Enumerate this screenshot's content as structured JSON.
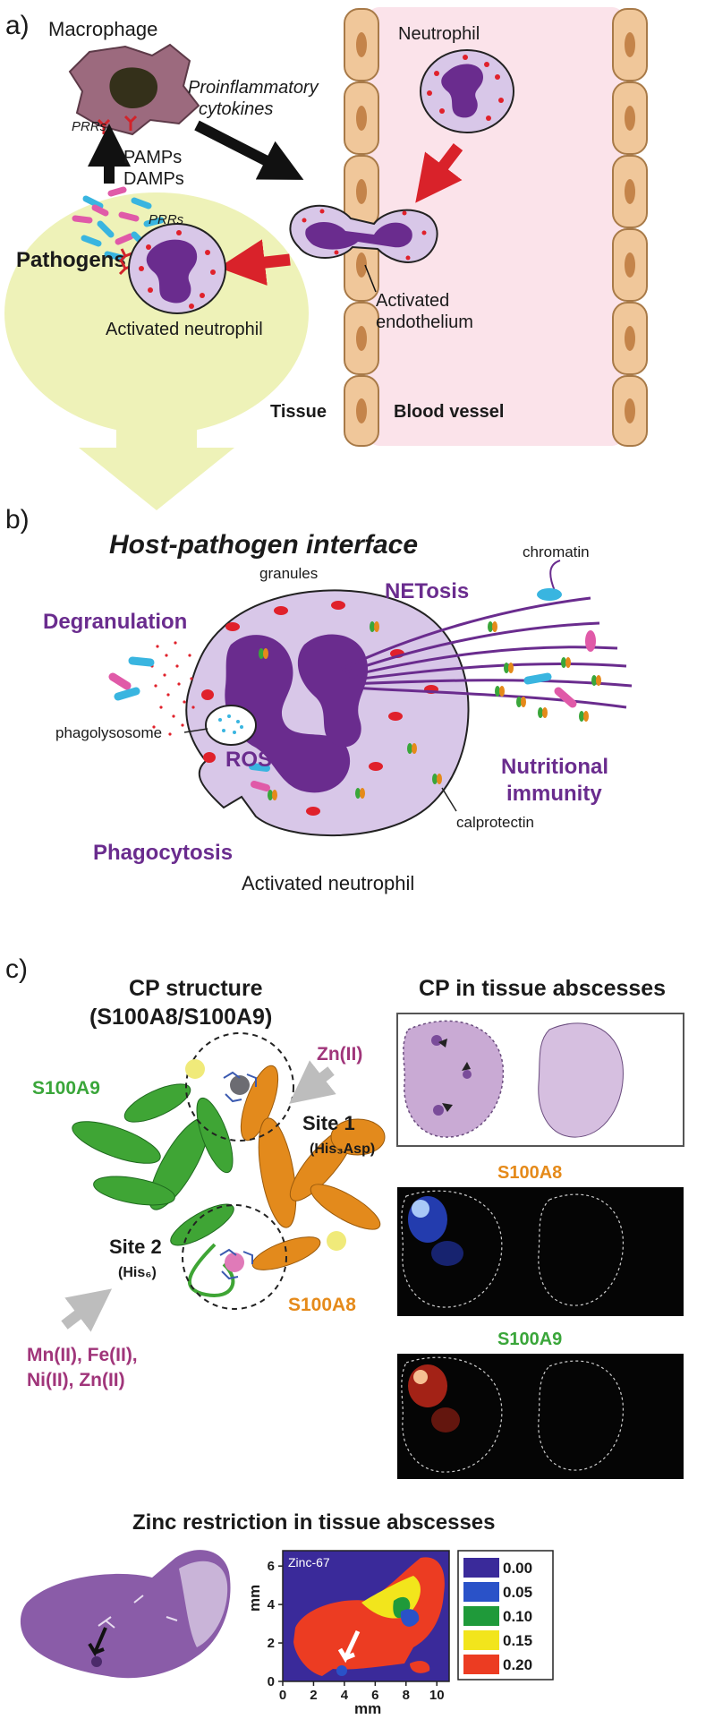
{
  "panel_a": {
    "label": "a)",
    "macrophage": "Macrophage",
    "prrs_top": "PRRs",
    "pamps": "PAMPs",
    "damps": "DAMPs",
    "cytokines_1": "Proinflammatory",
    "cytokines_2": "cytokines",
    "neutrophil": "Neutrophil",
    "prrs_mid": "PRRs",
    "pathogens": "Pathogens",
    "activated_neutrophil": "Activated neutrophil",
    "endothelium_1": "Activated",
    "endothelium_2": "endothelium",
    "tissue": "Tissue",
    "blood_vessel": "Blood vessel"
  },
  "panel_b": {
    "label": "b)",
    "title": "Host-pathogen interface",
    "chromatin": "chromatin",
    "granules": "granules",
    "netosis": "NETosis",
    "degranulation": "Degranulation",
    "phagolysosome": "phagolysosome",
    "ros": "ROS",
    "nutritional_1": "Nutritional",
    "nutritional_2": "immunity",
    "calprotectin": "calprotectin",
    "phagocytosis": "Phagocytosis",
    "caption": "Activated neutrophil"
  },
  "panel_c": {
    "label": "c)",
    "structure_title_1": "CP structure",
    "structure_title_2": "(S100A8/S100A9)",
    "abscess_title": "CP in tissue abscesses",
    "zn_site1": "Zn(II)",
    "site1": "Site 1",
    "site1_ligands": "(His₃Asp)",
    "s100a9": "S100A9",
    "site2": "Site 2",
    "site2_ligands": "(His₆)",
    "metals_1": "Mn(II), Fe(II),",
    "metals_2": "Ni(II), Zn(II)",
    "s100a8": "S100A8",
    "img_s100a8": "S100A8",
    "img_s100a9": "S100A9",
    "zinc_title": "Zinc restriction in tissue abscesses"
  },
  "zinc_map": {
    "title": "Zinc-67",
    "x_label": "mm",
    "y_label": "mm",
    "x_ticks": [
      "0",
      "2",
      "4",
      "6",
      "8",
      "10"
    ],
    "y_ticks": [
      "0",
      "2",
      "4",
      "6"
    ],
    "legend": [
      {
        "label": "0.00",
        "color": "#3a2a9a"
      },
      {
        "label": "0.05",
        "color": "#2a52c8"
      },
      {
        "label": "0.10",
        "color": "#1f9a3a"
      },
      {
        "label": "0.15",
        "color": "#f2e51c"
      },
      {
        "label": "0.20",
        "color": "#ec3c22"
      }
    ]
  },
  "colors": {
    "neutrophil_fill": "#d8c7e8",
    "nucleus": "#6a2c8e",
    "granule": "#e0212b",
    "tissue_bg": "#eef2b8",
    "vessel_bg": "#fbe3ea",
    "macrophage": "#9c6a7e"
  }
}
